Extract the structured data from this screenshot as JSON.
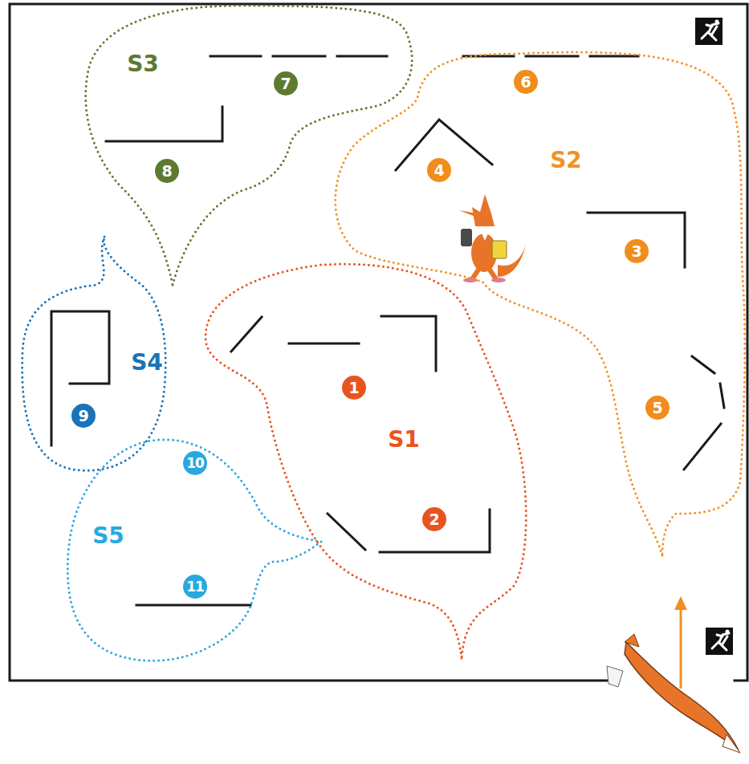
{
  "diagram": {
    "nodes": [
      {
        "text": [
          "S3"
        ]
      },
      {
        "text": [
          "7"
        ],
        "in": 0
      },
      {
        "text": [
          "8"
        ],
        "in": 0
      },
      {
        "text": [
          "S2"
        ]
      },
      {
        "text": [
          "6"
        ],
        "in": 3
      },
      {
        "text": [
          "4"
        ],
        "in": 3
      },
      {
        "text": [
          "3"
        ],
        "in": 3
      },
      {
        "text": [
          "5"
        ],
        "in": 3
      },
      {
        "text": [
          "S4"
        ]
      },
      {
        "text": [
          "9"
        ],
        "in": 8
      },
      {
        "text": [
          "S1"
        ]
      },
      {
        "text": [
          "1"
        ],
        "in": 10
      },
      {
        "text": [
          "2"
        ],
        "in": 10
      },
      {
        "text": [
          "S5"
        ]
      },
      {
        "text": [
          "10"
        ],
        "in": 13
      },
      {
        "text": [
          "11"
        ],
        "in": 13
      }
    ]
  }
}
